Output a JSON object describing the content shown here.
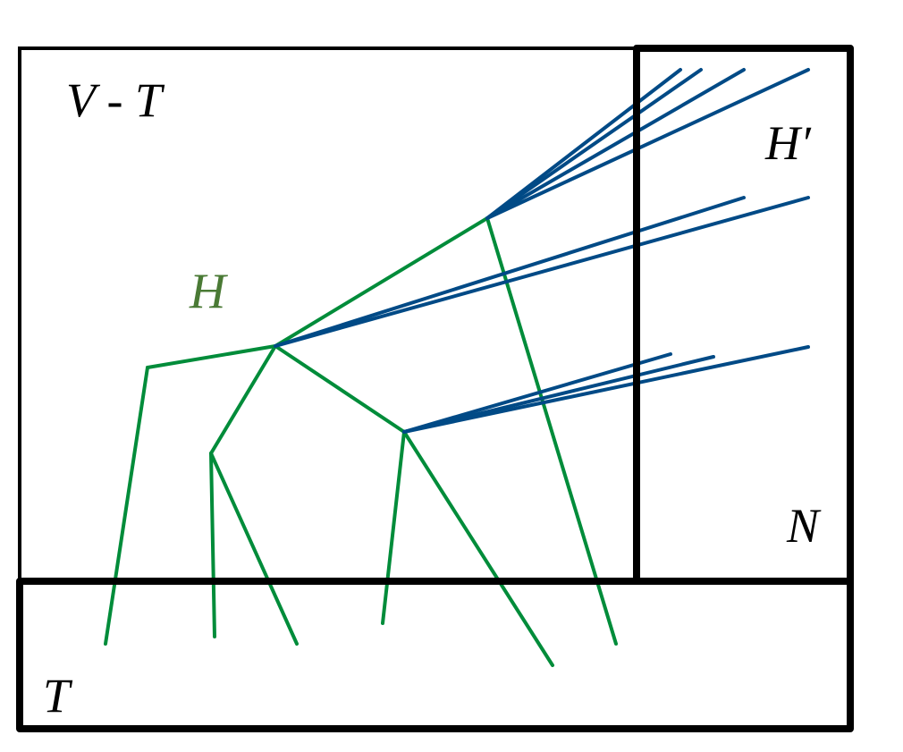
{
  "labels": {
    "v_minus_t": "V - T",
    "h": "H",
    "h_prime": "H′",
    "n": "N",
    "t": "T"
  },
  "colors": {
    "green": "#008C3A",
    "blue": "#004A86",
    "h_label": "#4A7A35",
    "border": "#000000"
  }
}
